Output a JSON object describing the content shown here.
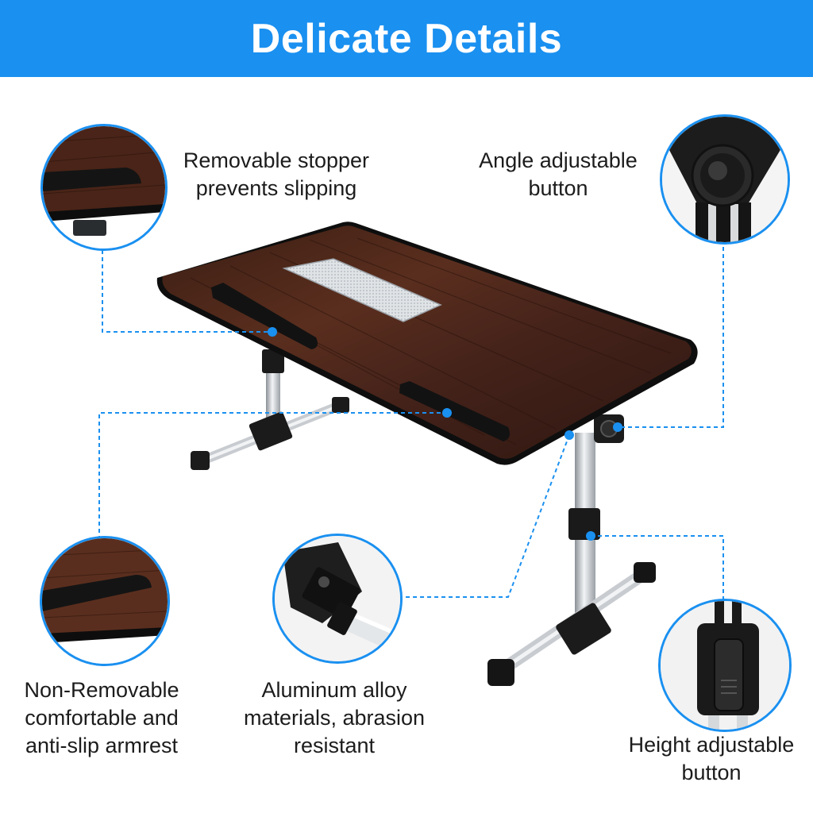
{
  "banner": {
    "title": "Delicate Details",
    "color": "#1a90f0"
  },
  "features": [
    {
      "id": "stopper",
      "lines": [
        "Removable stopper",
        "prevents slipping"
      ],
      "icon": "stopper-detail-icon"
    },
    {
      "id": "angle",
      "lines": [
        "Angle adjustable",
        "button"
      ],
      "icon": "angle-knob-detail-icon"
    },
    {
      "id": "armrest",
      "lines": [
        "Non-Removable",
        "comfortable and",
        "anti-slip armrest"
      ],
      "icon": "armrest-detail-icon"
    },
    {
      "id": "alloy",
      "lines": [
        "Aluminum alloy",
        "materials, abrasion",
        "resistant"
      ],
      "icon": "aluminum-leg-detail-icon"
    },
    {
      "id": "height",
      "lines": [
        "Height adjustable",
        "button"
      ],
      "icon": "height-button-detail-icon"
    }
  ],
  "colors": {
    "accent": "#1a90f0",
    "wood": "#4a2418",
    "metal": "#c8ccd0"
  }
}
